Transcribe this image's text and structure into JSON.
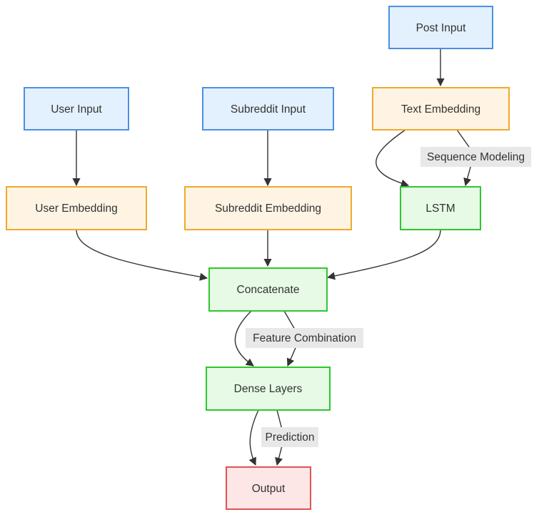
{
  "colors": {
    "input": {
      "fill": "#e3f0fd",
      "stroke": "#4a90e2"
    },
    "embedding": {
      "fill": "#fff4e3",
      "stroke": "#f0a92d"
    },
    "process": {
      "fill": "#e6fae6",
      "stroke": "#2ec72e"
    },
    "output": {
      "fill": "#fde6e6",
      "stroke": "#e05252"
    },
    "edge": "#333333",
    "label_bg": "#e8e8e8"
  },
  "nodes": {
    "post_input": {
      "label": "Post Input",
      "kind": "input"
    },
    "user_input": {
      "label": "User Input",
      "kind": "input"
    },
    "subreddit_input": {
      "label": "Subreddit Input",
      "kind": "input"
    },
    "text_embedding": {
      "label": "Text Embedding",
      "kind": "embedding"
    },
    "user_embedding": {
      "label": "User Embedding",
      "kind": "embedding"
    },
    "subreddit_embedding": {
      "label": "Subreddit Embedding",
      "kind": "embedding"
    },
    "lstm": {
      "label": "LSTM",
      "kind": "process"
    },
    "concatenate": {
      "label": "Concatenate",
      "kind": "process"
    },
    "dense_layers": {
      "label": "Dense Layers",
      "kind": "process"
    },
    "output": {
      "label": "Output",
      "kind": "output"
    }
  },
  "edge_labels": {
    "sequence_modeling": "Sequence Modeling",
    "feature_combination": "Feature Combination",
    "prediction": "Prediction"
  },
  "edges": [
    {
      "from": "post_input",
      "to": "text_embedding"
    },
    {
      "from": "user_input",
      "to": "user_embedding"
    },
    {
      "from": "subreddit_input",
      "to": "subreddit_embedding"
    },
    {
      "from": "text_embedding",
      "to": "lstm"
    },
    {
      "from": "text_embedding",
      "to": "lstm",
      "label": "sequence_modeling"
    },
    {
      "from": "user_embedding",
      "to": "concatenate"
    },
    {
      "from": "subreddit_embedding",
      "to": "concatenate"
    },
    {
      "from": "lstm",
      "to": "concatenate"
    },
    {
      "from": "concatenate",
      "to": "dense_layers"
    },
    {
      "from": "concatenate",
      "to": "dense_layers",
      "label": "feature_combination"
    },
    {
      "from": "dense_layers",
      "to": "output"
    },
    {
      "from": "dense_layers",
      "to": "output",
      "label": "prediction"
    }
  ]
}
